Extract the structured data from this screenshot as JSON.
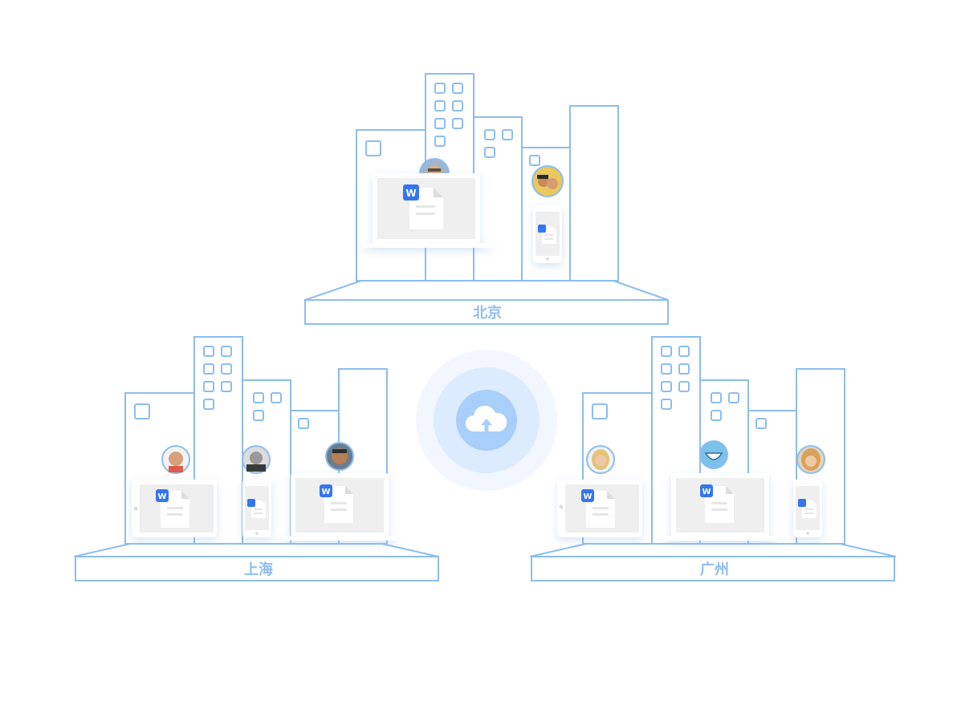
{
  "cities": [
    {
      "id": "beijing",
      "label": "北京"
    },
    {
      "id": "shanghai",
      "label": "上海"
    },
    {
      "id": "guangzhou",
      "label": "广州"
    }
  ],
  "icons": {
    "center": "cloud-upload-icon",
    "document": "document-icon",
    "app_badge": "w-badge-icon",
    "badge_letter": "W"
  },
  "colors": {
    "outline": "#8cbdef",
    "cloud_outer": "#f2f7ff",
    "cloud_mid": "#dcebfe",
    "cloud_inner": "#a8cffb",
    "badge": "#3376f0",
    "screen": "#efefef",
    "paper": "#ffffff"
  }
}
